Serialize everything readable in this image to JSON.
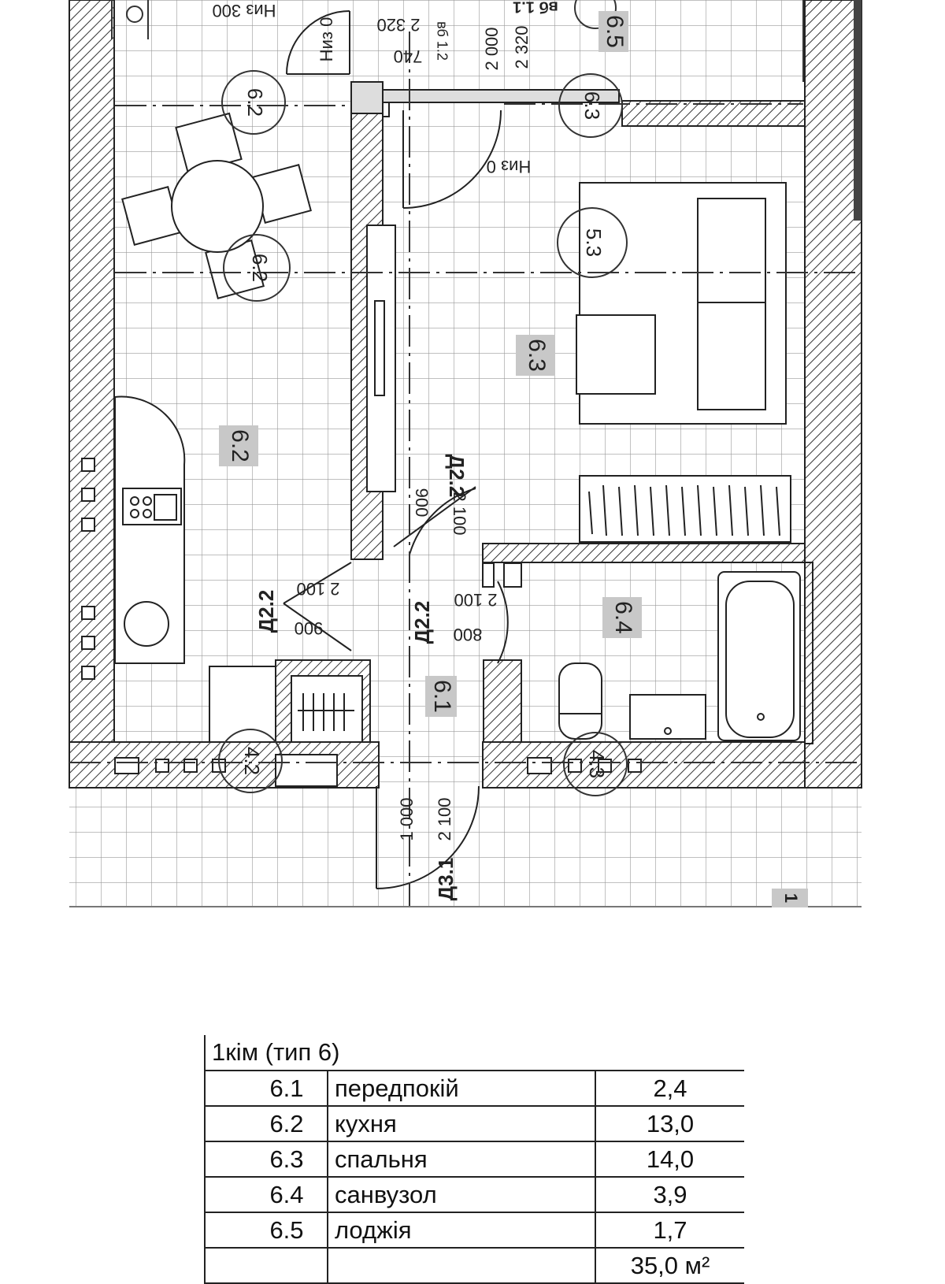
{
  "plan": {
    "rooms": [
      {
        "id": "6.1",
        "label": "6.1"
      },
      {
        "id": "6.2",
        "label": "6.2"
      },
      {
        "id": "6.3",
        "label": "6.3"
      },
      {
        "id": "6.4",
        "label": "6.4"
      },
      {
        "id": "6.5",
        "label": "6.5"
      }
    ],
    "axis_markers": [
      "6.2",
      "6.3",
      "5.3",
      "6.2",
      "4.2",
      "4.3"
    ],
    "doors": {
      "d22_left": "Д2.2",
      "d22_right": "Д2.2",
      "d22_top": "Д2.2",
      "d31": "Д3.1"
    },
    "dims": {
      "d_2100_a": "2 100",
      "d_900_a": "900",
      "d_2100_b": "2 100",
      "d_800": "800",
      "d_2100_c": "2 100",
      "d_900_b": "900",
      "d_1000": "1 000",
      "d_2100_d": "2 100",
      "d_2000": "2 000",
      "d_2320": "2 320",
      "d_740": "740",
      "d_2320b": "2 320",
      "d_vb": "вб 1.2",
      "d_vb2": "вб 1.1"
    },
    "notes": {
      "niz300": "Низ 300",
      "niz0a": "Низ 0",
      "niz0b": "Низ 0"
    },
    "sheet_mark": "1"
  },
  "legend": {
    "title": "1кім (тип 6)",
    "rows": [
      {
        "num": "6.1",
        "name": "передпокій",
        "area": "2,4"
      },
      {
        "num": "6.2",
        "name": "кухня",
        "area": "13,0"
      },
      {
        "num": "6.3",
        "name": "спальня",
        "area": "14,0"
      },
      {
        "num": "6.4",
        "name": "санвузол",
        "area": "3,9"
      },
      {
        "num": "6.5",
        "name": "лоджія",
        "area": "1,7"
      }
    ],
    "total": "35,0 м²"
  }
}
